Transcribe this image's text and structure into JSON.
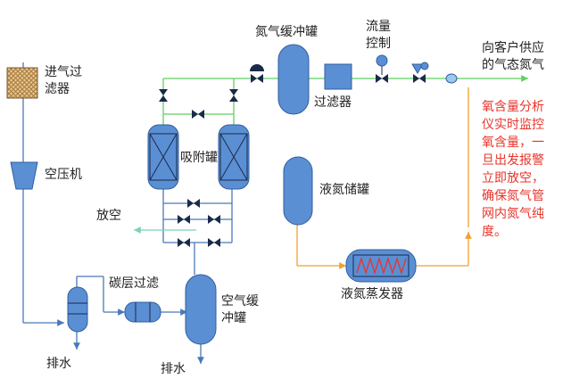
{
  "labels": {
    "inlet_filter": [
      "进气过",
      "滤器"
    ],
    "compressor": "空压机",
    "drain_left": "排水",
    "carbon_filter": "碳层过滤",
    "air_buffer": [
      "空气缓",
      "冲罐"
    ],
    "drain_bottom": "排水",
    "adsorption": "吸附罐",
    "vent": "放空",
    "n2_buffer": "氮气缓冲罐",
    "filter": "过滤器",
    "flow_control": [
      "流量",
      "控制"
    ],
    "supply": [
      "向客户供应",
      "的气态氮气"
    ],
    "ln2_storage": "液氮储罐",
    "ln2_evaporator": "液氮蒸发器"
  },
  "note_lines": [
    "氧含量分析",
    "仪实时监控",
    "氧含量，一",
    "旦出发报警",
    "立即放空，",
    "确保氮气管",
    "网内氮气纯",
    "度。"
  ],
  "colors": {
    "vessel_fill": "#5b8fd4",
    "vessel_stroke": "#2f5f9e",
    "line_main": "#4a78b8",
    "line_n2": "#5fd060",
    "line_vent": "#7fd0b8",
    "line_ln2": "#f0a030",
    "note_text": "#e8332a"
  },
  "icons": [
    "filter-mesh-icon",
    "check-valve-icon",
    "coil-icon",
    "oxygen-analyzer-icon",
    "flow-control-valve-icon"
  ]
}
